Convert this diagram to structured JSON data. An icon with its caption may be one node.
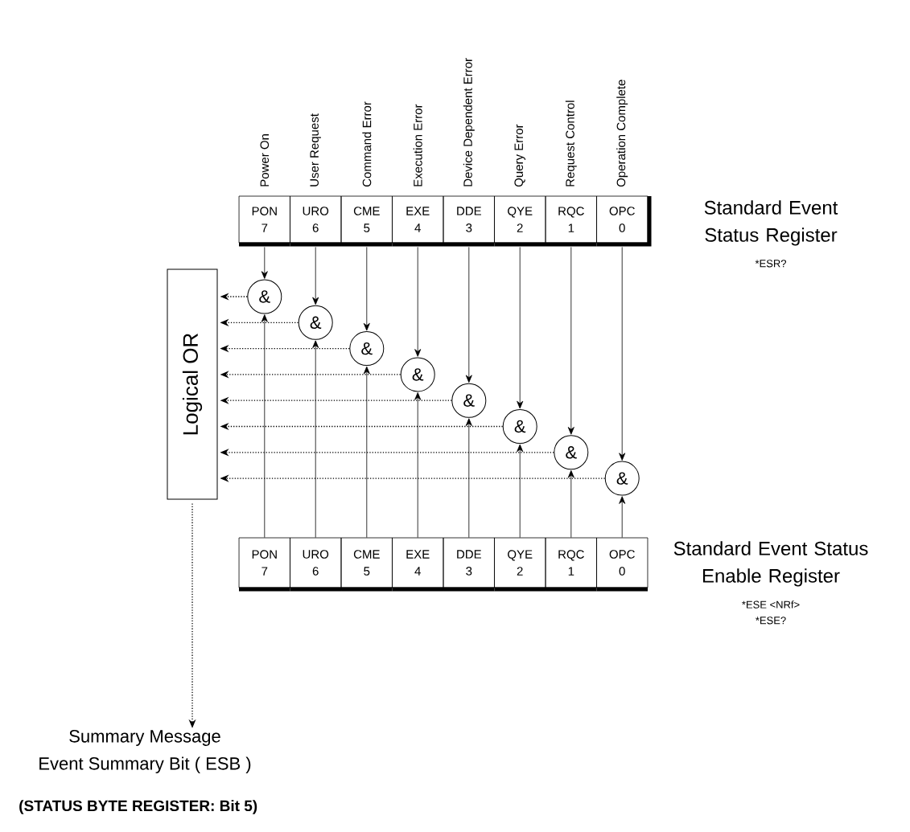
{
  "diagram": {
    "nodes": [
      {
        "text": [
          "PON",
          "7"
        ],
        "beside": [
          "Power On"
        ]
      },
      {
        "text": [
          "URO",
          "6"
        ],
        "beside": [
          "User Request"
        ]
      },
      {
        "text": [
          "CME",
          "5"
        ],
        "beside": [
          "Command Error"
        ]
      },
      {
        "text": [
          "EXE",
          "4"
        ],
        "beside": [
          "Execution Error"
        ]
      },
      {
        "text": [
          "DDE",
          "3"
        ],
        "beside": [
          "Device Dependent Error"
        ]
      },
      {
        "text": [
          "QYE",
          "2"
        ],
        "beside": [
          "Query Error"
        ]
      },
      {
        "text": [
          "RQC",
          "1"
        ],
        "beside": [
          "Request Control"
        ]
      },
      {
        "text": [
          "OPC",
          "0"
        ],
        "beside": [
          "Operation Complete"
        ]
      },
      {
        "text": [
          "PON",
          "7"
        ]
      },
      {
        "text": [
          "URO",
          "6"
        ]
      },
      {
        "text": [
          "CME",
          "5"
        ]
      },
      {
        "text": [
          "EXE",
          "4"
        ]
      },
      {
        "text": [
          "DDE",
          "3"
        ]
      },
      {
        "text": [
          "QYE",
          "2"
        ]
      },
      {
        "text": [
          "RQC",
          "1"
        ]
      },
      {
        "text": [
          "OPC",
          "0"
        ]
      },
      {
        "text": [
          "&"
        ]
      },
      {
        "text": [
          "&"
        ]
      },
      {
        "text": [
          "&"
        ]
      },
      {
        "text": [
          "&"
        ]
      },
      {
        "text": [
          "&"
        ]
      },
      {
        "text": [
          "&"
        ]
      },
      {
        "text": [
          "&"
        ]
      },
      {
        "text": [
          "&"
        ]
      },
      {
        "text": [
          "Logical OR"
        ]
      },
      {
        "text": [
          "Summary Message",
          "Event Summary Bit ( ESB )"
        ]
      }
    ],
    "edges": [
      {
        "from": 0,
        "to": 16,
        "arrow": "to"
      },
      {
        "from": 1,
        "to": 17,
        "arrow": "to"
      },
      {
        "from": 2,
        "to": 18,
        "arrow": "to"
      },
      {
        "from": 3,
        "to": 19,
        "arrow": "to"
      },
      {
        "from": 4,
        "to": 20,
        "arrow": "to"
      },
      {
        "from": 5,
        "to": 21,
        "arrow": "to"
      },
      {
        "from": 6,
        "to": 22,
        "arrow": "to"
      },
      {
        "from": 7,
        "to": 23,
        "arrow": "to"
      },
      {
        "from": 8,
        "to": 16,
        "arrow": "to"
      },
      {
        "from": 9,
        "to": 17,
        "arrow": "to"
      },
      {
        "from": 10,
        "to": 18,
        "arrow": "to"
      },
      {
        "from": 11,
        "to": 19,
        "arrow": "to"
      },
      {
        "from": 12,
        "to": 20,
        "arrow": "to"
      },
      {
        "from": 13,
        "to": 21,
        "arrow": "to"
      },
      {
        "from": 14,
        "to": 22,
        "arrow": "to"
      },
      {
        "from": 15,
        "to": 23,
        "arrow": "to"
      },
      {
        "from": 16,
        "to": 24,
        "arrow": "to",
        "style": "dashed"
      },
      {
        "from": 17,
        "to": 24,
        "arrow": "to",
        "style": "dashed"
      },
      {
        "from": 18,
        "to": 24,
        "arrow": "to",
        "style": "dashed"
      },
      {
        "from": 19,
        "to": 24,
        "arrow": "to",
        "style": "dashed"
      },
      {
        "from": 20,
        "to": 24,
        "arrow": "to",
        "style": "dashed"
      },
      {
        "from": 21,
        "to": 24,
        "arrow": "to",
        "style": "dashed"
      },
      {
        "from": 22,
        "to": 24,
        "arrow": "to",
        "style": "dashed"
      },
      {
        "from": 23,
        "to": 24,
        "arrow": "to",
        "style": "dashed"
      },
      {
        "from": 24,
        "to": 25,
        "arrow": "to",
        "style": "dashed"
      }
    ],
    "labels": [
      "Standard Event Status Register",
      "*ESR?",
      "Standard Event Status Enable Register",
      "*ESE <NRf>",
      "*ESE?",
      "(STATUS BYTE REGISTER: Bit 5)"
    ]
  }
}
